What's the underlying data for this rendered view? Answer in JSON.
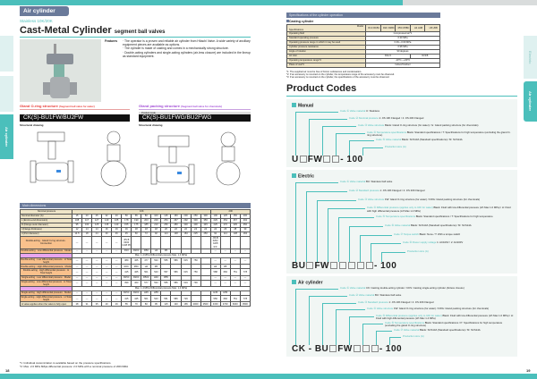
{
  "left": {
    "badge": "Air cylinder",
    "subtitle": "Stainless 10K/20K",
    "title": "Cast-Metal Cylinder",
    "title_suffix": "segment ball valves",
    "features_label": "Features",
    "features": [
      "· The operator is a proven and reliable air cylinder from Hitachi Valve. A wide variety of ancillary equipment pieces are available as options.",
      "· The cylinder is made of casting and comes in a mechanically strong structure.",
      "· Double-acting cylinders and single-acting cylinders (air-less closure) are included in the lineup as standard equipment."
    ],
    "oring": {
      "heading": "Gland O-ring structure",
      "note": "(Segment ball valve for water)",
      "code": "CK(S)-BU1FW/BU2FW",
      "drawing": "Structural drawing"
    },
    "packing": {
      "heading": "Gland packing structure",
      "note": "(Segment ball valve for chemicals)",
      "product_code_label": "Product Code",
      "code": "CK(S)-BU1FWG/BU2FWG",
      "drawing": "Structural drawing"
    },
    "dims_title": "Main dimensions",
    "dims": {
      "hdr": [
        "Nominal pressure",
        "10K",
        "20K"
      ],
      "diam_label": "Nominal diameter (A)",
      "diams": [
        "15",
        "20",
        "25",
        "32",
        "40",
        "50",
        "65",
        "80",
        "100",
        "125",
        "150",
        "200",
        "250",
        "300",
        "100",
        "125",
        "150",
        "200"
      ],
      "rows": [
        {
          "label": "L (End-to-end dimension)",
          "v": [
            "108",
            "117",
            "127",
            "140",
            "165",
            "178",
            "190",
            "203",
            "229",
            "254",
            "267",
            "292",
            "330",
            "356",
            "229",
            "254",
            "267",
            "292"
          ]
        },
        {
          "label": "D (Flange outer diameter)",
          "v": [
            "95",
            "100",
            "125",
            "135",
            "140",
            "155",
            "175",
            "185",
            "210",
            "250",
            "280",
            "330",
            "400",
            "445",
            "225",
            "270",
            "305",
            "350"
          ]
        },
        {
          "label": "t (Flange thickness)",
          "v": [
            "12",
            "14",
            "14",
            "16",
            "16",
            "16",
            "18",
            "18",
            "18",
            "20",
            "22",
            "22",
            "24",
            "24",
            "24",
            "26",
            "28",
            "30"
          ]
        },
        {
          "label": "d (Port diameter)",
          "v": [
            "14.5",
            "18",
            "24",
            "30",
            "36",
            "45",
            "60",
            "72",
            "92",
            "114",
            "138",
            "184",
            "225",
            "250",
            "92",
            "114",
            "138",
            "184"
          ]
        },
        {
          "label": "Double-acting · Gland O-ring structure · Connection",
          "v": [
            "—",
            "—",
            "—",
            "—",
            "—",
            "JIS B 0202 G3/8 PF",
            "",
            "",
            "",
            "",
            "",
            "",
            "",
            "",
            "JIS B 0202 G3/8 R.F",
            "",
            "",
            ""
          ]
        },
        {
          "label": "Double-acting · Low differential pressure · Model",
          "v": [
            "—",
            "—",
            "—",
            "—",
            "—",
            "R10",
            "R20C",
            "R50",
            "H4",
            "R5",
            "",
            "",
            "",
            "",
            "—",
            "—",
            "—",
            "—"
          ]
        },
        {
          "label": "Double-acting · Low differential pressure · H Total height",
          "v": [
            "—",
            "—",
            "—",
            "—",
            "—",
            "389",
            "405",
            "477",
            "533",
            "555",
            "586",
            "615",
            "750",
            "",
            "—",
            "—",
            "—",
            "—"
          ]
        },
        {
          "label": "Double-acting · High differential pressure · Model",
          "v": [
            "—",
            "—",
            "—",
            "—",
            "—",
            "R2C",
            "R5C",
            "H4",
            "R5",
            "",
            "",
            "",
            "",
            "",
            "H4",
            "R5",
            "",
            ""
          ]
        },
        {
          "label": "Double-acting · High differential pressure · H Total height",
          "v": [
            "—",
            "—",
            "—",
            "—",
            "—",
            "415",
            "405",
            "501",
            "543",
            "557",
            "586",
            "615",
            "750",
            "",
            "588",
            "666",
            "751",
            "778"
          ]
        },
        {
          "label": "Single-acting · Low differential pressure · Model",
          "v": [
            "—",
            "—",
            "—",
            "—",
            "—",
            "R15C",
            "R20C",
            "R50C",
            "H40",
            "R55",
            "",
            "",
            "",
            "",
            "—",
            "—",
            "—",
            "—"
          ]
        },
        {
          "label": "Single-acting · Low differential pressure · H Total height",
          "v": [
            "—",
            "—",
            "—",
            "—",
            "—",
            "399",
            "403",
            "577",
            "533",
            "555",
            "586",
            "619",
            "790",
            "",
            "—",
            "—",
            "—",
            "—"
          ]
        },
        {
          "label": "Single-acting · High differential pressure · Model",
          "v": [
            "—",
            "—",
            "—",
            "—",
            "—",
            "R15C",
            "R20C",
            "H45",
            "H55",
            "",
            "",
            "",
            "",
            "",
            "H45",
            "H55",
            "",
            ""
          ]
        },
        {
          "label": "Single-acting · High differential pressure · H Total height",
          "v": [
            "—",
            "—",
            "—",
            "—",
            "—",
            "415",
            "425",
            "501",
            "543",
            "551",
            "586",
            "729",
            "",
            "",
            "556",
            "666",
            "751",
            "778"
          ]
        },
        {
          "label": "H value applies when the valve is fully open",
          "v": [
            "28",
            "31",
            "35",
            "40",
            "46",
            "55",
            "70",
            "80",
            "95",
            "115",
            "130",
            "165",
            "2000",
            "2500",
            "4150",
            "4700",
            "6000",
            "9500"
          ]
        }
      ],
      "pressure_note": "Max. 1.4 MPa (Differential pressure Max. 1.4 MPa)"
    },
    "footnotes": [
      "*1: Individual customization is available based on the pressure specifications.",
      "*2: Max. 2.0 MPa 6Mpa  differential pressure: 2.0 MPa with a nominal pressure of 20K/300A"
    ],
    "page": "18",
    "side_tab": "Air cylinder"
  },
  "right": {
    "spec_title": "Specifications of the cylinder operation",
    "casting": "Casting cylinder",
    "spec_head": [
      "Model",
      "Specifications",
      "R1C R1BC",
      "R2C R2BC",
      "R5C R5BC",
      "H4 H4B",
      "H5 H5B"
    ],
    "spec_rows": [
      [
        "Operating fluid",
        "Compressed air*1"
      ],
      [
        "Standard operating pressure",
        "0.39 MPa"
      ],
      [
        "Operating pressure range in which it may be used",
        "0.39—0.69 MPa"
      ],
      [
        "Cylinder pressure resistance",
        "0.98 MPa"
      ],
      [
        "Angle of rotation",
        "90 degrees"
      ],
      [
        "Air inlet",
        "Rc1/4",
        "Rc3/8"
      ],
      [
        "Operating temperature range*2",
        "-10°C—+60°C"
      ],
      [
        "Place of use*3",
        "Indoor/Outdoor"
      ]
    ],
    "notes": [
      "*1: The supplied air must be free of frozen substances and condensation.",
      "*2: If an accessory is mounted on the cylinder, the temperature range of the accessory must be observed.",
      "*3: If an accessory is mounted on the cylinder, the specifications of the accessory must be observed."
    ],
    "product_codes": "Product Codes",
    "manual": {
      "title": "Manual",
      "code": [
        "U",
        "FW",
        "- 100"
      ],
      "items": [
        {
          "k": "Code ① Valve material",
          "v": "U: Stainless"
        },
        {
          "k": "Code ② Nominal pressure",
          "v": "1: JIS 10K Flanged / 2: JIS 20K Flanged"
        },
        {
          "k": "Code ③ Valve structure",
          "v": "Blank: Gland O-ring structure (for water) / G: Gland packing structure (for chemicals)"
        },
        {
          "k": "Code ④ Temperature specifications",
          "v": "Blank: Standard specifications / T: Specifications for high temperature (excluding the gland O-ring structure)"
        },
        {
          "k": "Code ⑤ Valve material",
          "v": "Blank: SCS13A (Standard specifications) / M: SCS14A"
        },
        {
          "k": "Production size (A)",
          "v": ""
        }
      ]
    },
    "electric": {
      "title": "Electric",
      "code": [
        "BU",
        "FW",
        "- 100"
      ],
      "items": [
        {
          "k": "Code ① Valve material",
          "v": "BU: Stainless ball valve"
        },
        {
          "k": "Code ② Standard pressure",
          "v": "1: JIS 10K Flanged / 2: JIS 20K Flanged"
        },
        {
          "k": "Code ③ Valve structure",
          "v": "FW: Gland O-ring structure (for water) / FWG: Gland packing structure (for chemicals)"
        },
        {
          "k": "Code ④ Differential pressure (applies only to 10K for water)",
          "v": "Blank: Fluid with low differential pressure (LP-Max 1.0 MPa) / H: Fluid with high differential pressure (LP-Max 1.4 MPa)"
        },
        {
          "k": "Code ⑤ Temperature specifications",
          "v": "Blank: Standard specifications / T: Specifications for high temperature"
        },
        {
          "k": "Code ⑥ Valve material",
          "v": "Blank: SCS13A (Standard specifications) / M: SCS14A"
        },
        {
          "k": "Code ⑦ Torque switch",
          "v": "Blank: None / T: With a torque switch"
        },
        {
          "k": "Code ⑧ Power supply voltage",
          "v": "1: AC100V / 2: AC200V"
        },
        {
          "k": "Production size (A)",
          "v": ""
        }
      ]
    },
    "air": {
      "title": "Air cylinder",
      "code": [
        "CK - BU",
        "FW",
        "- 100"
      ],
      "items": [
        {
          "k": "Code ① Valve material",
          "v": "CK: Casting double-acting cylinder / CKS: Casting single-acting cylinder (Airless closure)"
        },
        {
          "k": "Code ② Valve material",
          "v": "BU: Stainless ball valve"
        },
        {
          "k": "Code ③ Standard pressure",
          "v": "1: JIS 10K Flanged / 2: JIS 20K Flanged"
        },
        {
          "k": "Code ④ Valve structure",
          "v": "FW: Gland O-ring structure (for water) / FWG: Gland packing structure (for chemicals)"
        },
        {
          "k": "Code ⑤ Differential pressure (applies only to 10K for water)",
          "v": "Blank: Fluid with low differential pressure (LP-Max 1.0 MPa) / H: Fluid with high differential pressure (LP-Max 1.4 MPa)"
        },
        {
          "k": "Code ⑥ Temperature specifications",
          "v": "Blank: Standard specifications / P: Specifications for high temperature (excluding the gland O-ring structure)"
        },
        {
          "k": "Code ⑦ Valve material",
          "v": "Blank: SCS13A (Standard specifications) / M: SCS14A"
        },
        {
          "k": "Production size (A)",
          "v": ""
        }
      ]
    },
    "page": "19",
    "side_tab_top": "Electric",
    "side_tab": "Air cylinder"
  },
  "colors": {
    "teal": "#4bbfbb",
    "slate": "#6a7a9a",
    "oring": "#e8413c",
    "packing": "#a24cd6"
  }
}
